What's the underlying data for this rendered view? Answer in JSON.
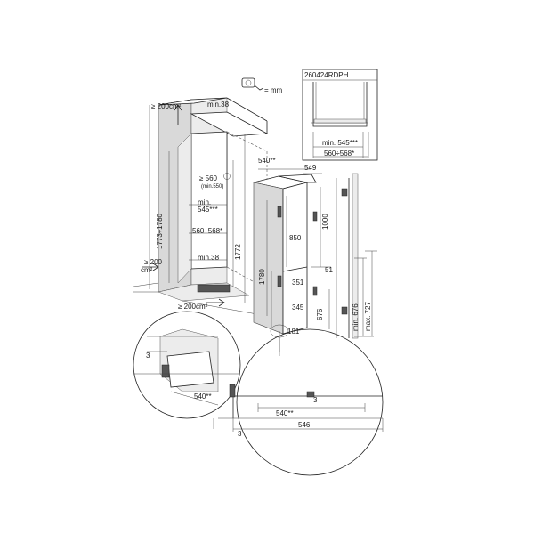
{
  "units_label": "= mm",
  "code": "260424RDPH",
  "labels": {
    "air_top": "≥ 200cm²",
    "min38_top": "min.38",
    "height_range": "1773÷1780",
    "air_side": "≥ 200",
    "air_side_unit": "cm²",
    "min38_bottom": "min.38",
    "air_bottom": "≥ 200cm²",
    "depth_560": "≥ 560",
    "depth_min550": "(min.550)",
    "min545_a": "min.",
    "min545_b": "545***",
    "range_560_568": "560÷568*",
    "h1772": "1772",
    "w540": "540**",
    "w549": "549",
    "h1000": "1000",
    "h850": "850",
    "h1780": "1780",
    "h51": "51",
    "h351": "351",
    "h345": "345",
    "h676": "676",
    "h181": "181",
    "min676": "min. 676",
    "max727": "max. 727",
    "inset_min545": "min. 545***",
    "inset_range": "560÷568*",
    "det_left_3": "3",
    "det_left_540": "540**",
    "det_right_3a": "3",
    "det_right_540": "540**",
    "det_right_3b": "3",
    "det_right_546": "546"
  }
}
